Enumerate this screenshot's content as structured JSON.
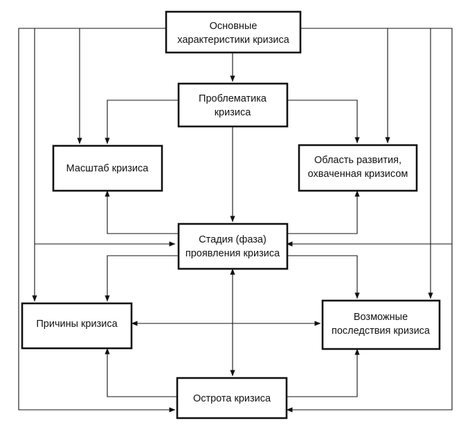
{
  "diagram": {
    "nodes": {
      "basic": {
        "line1": "Основные",
        "line2": "характеристики кризиса"
      },
      "problems": {
        "line1": "Проблематика",
        "line2": "кризиса"
      },
      "scale": {
        "line1": "Масштаб кризиса"
      },
      "area": {
        "line1": "Область развития,",
        "line2": "охваченная кризисом"
      },
      "stage": {
        "line1": "Стадия (фаза)",
        "line2": "проявления кризиса"
      },
      "causes": {
        "line1": "Причины кризиса"
      },
      "consequences": {
        "line1": "Возможные",
        "line2": "последствия кризиса"
      },
      "severity": {
        "line1": "Острота кризиса"
      }
    }
  }
}
